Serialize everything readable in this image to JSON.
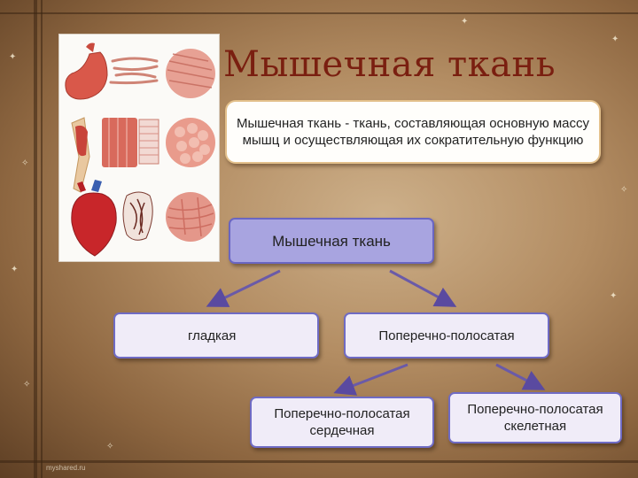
{
  "slide": {
    "title": "Мышечная ткань",
    "definition": "Мышечная ткань - ткань, составляющая основную массу мышц и осуществляющая их сократительную функцию",
    "watermark": "myshared.ru"
  },
  "diagram": {
    "root": "Мышечная ткань",
    "smooth": "гладкая",
    "striated": "Поперечно-полосатая",
    "cardiac": "Поперечно-полосатая сердечная",
    "skeletal": "Поперечно-полосатая скелетная"
  },
  "colors": {
    "title": "#7a1f10",
    "root_fill": "#a8a4e0",
    "node_fill": "#f0ecf8",
    "node_border": "#6f6bc4",
    "arrow": "#6a5aa8"
  }
}
